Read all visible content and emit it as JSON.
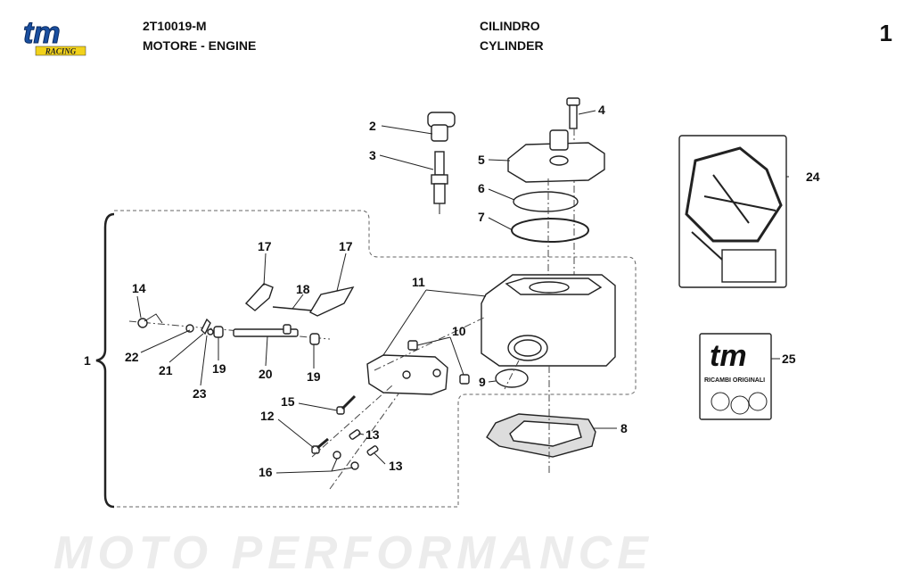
{
  "header": {
    "part_code": "2T10019-M",
    "section_it_en": "MOTORE - ENGINE",
    "title_it": "CILINDRO",
    "title_en": "CYLINDER",
    "page_number": "1"
  },
  "logo": {
    "brand": "tm",
    "subtitle": "RACING",
    "colors": {
      "primary": "#1a4fa0",
      "accent": "#f2d21b"
    }
  },
  "watermark": "MOTO PERFORMANCE",
  "diagram": {
    "group_label": "1",
    "callouts": [
      "2",
      "3",
      "4",
      "5",
      "6",
      "7",
      "8",
      "9",
      "10",
      "11",
      "12",
      "13",
      "13",
      "14",
      "15",
      "16",
      "17",
      "17",
      "18",
      "19",
      "19",
      "20",
      "21",
      "22",
      "23",
      "24",
      "25"
    ],
    "gasket_kit_text": "RICAMBI ORIGINALI",
    "bag_logo": "tm"
  }
}
